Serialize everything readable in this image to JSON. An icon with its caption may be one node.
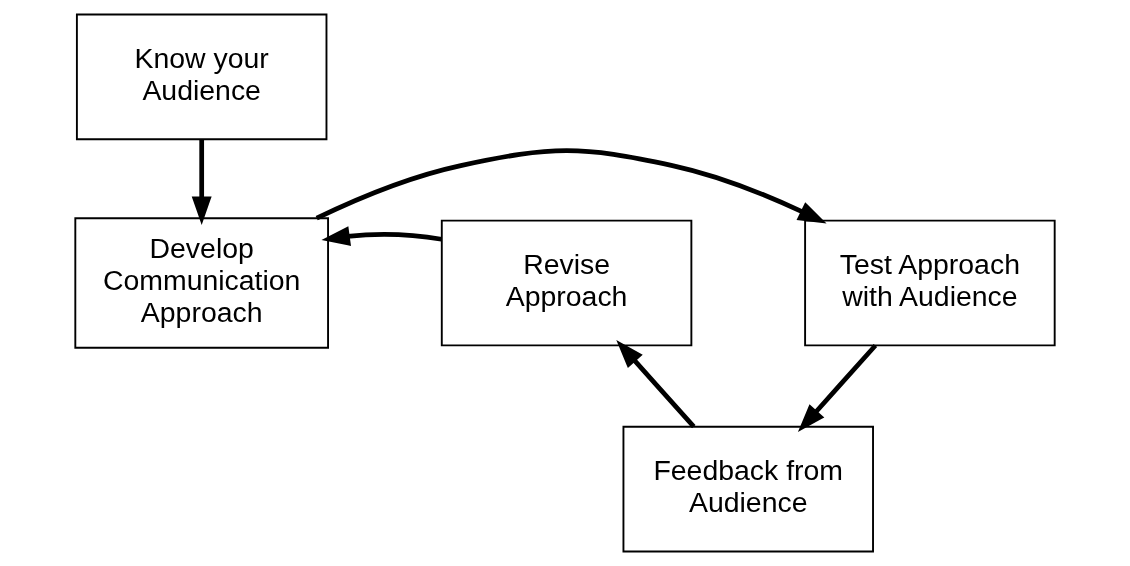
{
  "diagram": {
    "nodes": [
      {
        "text": [
          "Know your Audience"
        ]
      },
      {
        "text": [
          "Develop Communication Approach"
        ]
      },
      {
        "text": [
          "Test Approach with Audience"
        ]
      },
      {
        "text": [
          "Revise Approach"
        ]
      },
      {
        "text": [
          "Feedback from Audience"
        ]
      }
    ],
    "edges": [
      {
        "from": 0,
        "to": 1,
        "arrow": "to"
      },
      {
        "from": 1,
        "to": 2,
        "arrow": "to"
      },
      {
        "from": 3,
        "to": 1,
        "arrow": "to"
      },
      {
        "from": 2,
        "to": 4,
        "arrow": "to"
      },
      {
        "from": 4,
        "to": 3,
        "arrow": "to"
      }
    ]
  }
}
